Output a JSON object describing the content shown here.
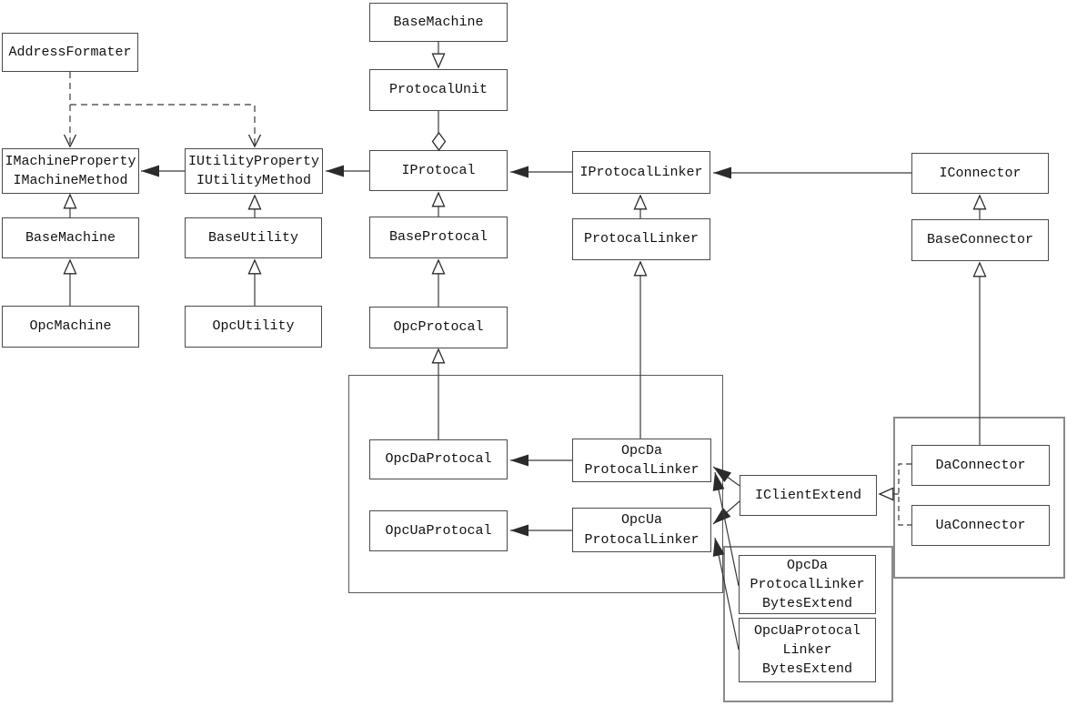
{
  "diagram_type": "uml-class-diagram",
  "colors": {
    "background": "#ffffff",
    "box_border": "#4a4a4a",
    "container_border": "#8a8a8a",
    "line": "#3a3a3a",
    "text": "#111111"
  },
  "nodes": {
    "baseMachineTop": {
      "lines": [
        "BaseMachine"
      ]
    },
    "protocalUnit": {
      "lines": [
        "ProtocalUnit"
      ]
    },
    "iProtocal": {
      "lines": [
        "IProtocal"
      ]
    },
    "addressFormater": {
      "lines": [
        "AddressFormater"
      ]
    },
    "iMachine": {
      "lines": [
        "IMachineProperty",
        "IMachineMethod"
      ]
    },
    "iUtility": {
      "lines": [
        "IUtilityProperty",
        "IUtilityMethod"
      ]
    },
    "baseMachineLeft": {
      "lines": [
        "BaseMachine"
      ]
    },
    "baseUtility": {
      "lines": [
        "BaseUtility"
      ]
    },
    "opcMachine": {
      "lines": [
        "OpcMachine"
      ]
    },
    "opcUtility": {
      "lines": [
        "OpcUtility"
      ]
    },
    "baseProtocal": {
      "lines": [
        "BaseProtocal"
      ]
    },
    "opcProtocal": {
      "lines": [
        "OpcProtocal"
      ]
    },
    "iProtocalLinker": {
      "lines": [
        "IProtocalLinker"
      ]
    },
    "protocalLinker": {
      "lines": [
        "ProtocalLinker"
      ]
    },
    "iConnector": {
      "lines": [
        "IConnector"
      ]
    },
    "baseConnector": {
      "lines": [
        "BaseConnector"
      ]
    },
    "opcDaProtocal": {
      "lines": [
        "OpcDaProtocal"
      ]
    },
    "opcUaProtocal": {
      "lines": [
        "OpcUaProtocal"
      ]
    },
    "opcDaProtocalLinker": {
      "lines": [
        "OpcDa",
        "ProtocalLinker"
      ]
    },
    "opcUaProtocalLinker": {
      "lines": [
        "OpcUa",
        "ProtocalLinker"
      ]
    },
    "iClientExtend": {
      "lines": [
        "IClientExtend"
      ]
    },
    "daConnector": {
      "lines": [
        "DaConnector"
      ]
    },
    "uaConnector": {
      "lines": [
        "UaConnector"
      ]
    },
    "opcDaProtocalLinkerBytesExtend": {
      "lines": [
        "OpcDa",
        "ProtocalLinker",
        "BytesExtend"
      ]
    },
    "opcUaProtocalLinkerBytesExtend": {
      "lines": [
        "OpcUaProtocal",
        "Linker",
        "BytesExtend"
      ]
    }
  },
  "edges": [
    {
      "from": "BaseMachine(top)",
      "to": "ProtocalUnit",
      "type": "generalization"
    },
    {
      "from": "ProtocalUnit",
      "to": "IProtocal",
      "type": "aggregation-diamond-at-IProtocal"
    },
    {
      "from": "BaseProtocal",
      "to": "IProtocal",
      "type": "generalization"
    },
    {
      "from": "OpcProtocal",
      "to": "BaseProtocal",
      "type": "generalization"
    },
    {
      "from": "OpcDaProtocal",
      "to": "OpcProtocal",
      "type": "generalization"
    },
    {
      "from": "BaseMachine(left)",
      "to": "IMachineProperty/IMachineMethod",
      "type": "generalization"
    },
    {
      "from": "OpcMachine",
      "to": "BaseMachine(left)",
      "type": "generalization"
    },
    {
      "from": "BaseUtility",
      "to": "IUtilityProperty/IUtilityMethod",
      "type": "generalization"
    },
    {
      "from": "OpcUtility",
      "to": "BaseUtility",
      "type": "generalization"
    },
    {
      "from": "ProtocalLinker",
      "to": "IProtocalLinker",
      "type": "generalization"
    },
    {
      "from": "OpcDaProtocalLinker",
      "to": "ProtocalLinker",
      "type": "generalization"
    },
    {
      "from": "BaseConnector",
      "to": "IConnector",
      "type": "generalization"
    },
    {
      "from": "DaConnector",
      "to": "BaseConnector",
      "type": "generalization"
    },
    {
      "from": "IUtilityProperty/IUtilityMethod",
      "to": "IMachineProperty/IMachineMethod",
      "type": "association"
    },
    {
      "from": "IProtocal",
      "to": "IUtilityProperty/IUtilityMethod",
      "type": "association"
    },
    {
      "from": "IProtocalLinker",
      "to": "IProtocal",
      "type": "association"
    },
    {
      "from": "IConnector",
      "to": "IProtocalLinker",
      "type": "association"
    },
    {
      "from": "OpcDaProtocalLinker",
      "to": "OpcDaProtocal",
      "type": "association"
    },
    {
      "from": "OpcUaProtocalLinker",
      "to": "OpcUaProtocal",
      "type": "association"
    },
    {
      "from": "IClientExtend",
      "to": "OpcDaProtocalLinker",
      "type": "association"
    },
    {
      "from": "IClientExtend",
      "to": "OpcUaProtocalLinker",
      "type": "association"
    },
    {
      "from": "OpcDaProtocalLinkerBytesExtend",
      "to": "OpcDaProtocalLinker",
      "type": "association"
    },
    {
      "from": "OpcUaProtocalLinkerBytesExtend",
      "to": "OpcUaProtocalLinker",
      "type": "association"
    },
    {
      "from": "AddressFormater",
      "to": "IMachineProperty/IMachineMethod",
      "type": "dependency-dashed"
    },
    {
      "from": "AddressFormater",
      "to": "IUtilityProperty/IUtilityMethod",
      "type": "dependency-dashed"
    },
    {
      "from": "DaConnector",
      "to": "IClientExtend",
      "type": "realization-dashed"
    },
    {
      "from": "UaConnector",
      "to": "IClientExtend",
      "type": "realization-dashed"
    }
  ],
  "groups": [
    {
      "members": [
        "OpcDaProtocal",
        "OpcUaProtocal",
        "OpcDaProtocalLinker",
        "OpcUaProtocalLinker"
      ]
    },
    {
      "members": [
        "DaConnector",
        "UaConnector"
      ]
    },
    {
      "members": [
        "OpcDaProtocalLinkerBytesExtend",
        "OpcUaProtocalLinkerBytesExtend"
      ]
    }
  ]
}
